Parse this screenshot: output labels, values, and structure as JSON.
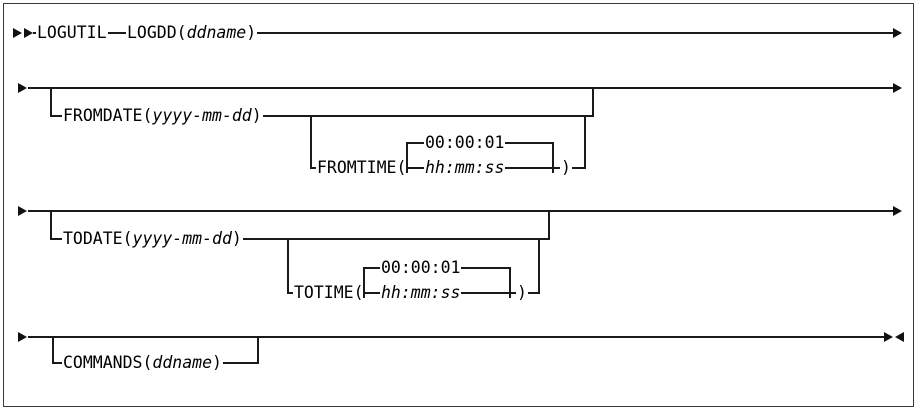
{
  "colors": {
    "background": "#ffffff",
    "line": "#1a1a1a",
    "text": "#000000",
    "border": "#3a3a3a"
  },
  "icons": {
    "start_arrow": "▶▶",
    "resume_arrow": "▶",
    "continue_arrow": "▶",
    "end_arrow": "▶◀"
  },
  "syntax": {
    "command": "LOGUTIL",
    "parameters": {
      "logdd": {
        "open": "LOGDD(",
        "variable": "ddname",
        "close": ")"
      },
      "fromdate": {
        "open": "FROMDATE(",
        "variable": "yyyy-mm-dd",
        "close": ")"
      },
      "fromtime": {
        "open": "FROMTIME(",
        "default": "00:00:01",
        "variable": "hh:mm:ss",
        "close": ")"
      },
      "todate": {
        "open": "TODATE(",
        "variable": "yyyy-mm-dd",
        "close": ")"
      },
      "totime": {
        "open": "TOTIME(",
        "default": "00:00:01",
        "variable": "hh:mm:ss",
        "close": ")"
      },
      "commands": {
        "open": "COMMANDS(",
        "variable": "ddname",
        "close": ")"
      }
    }
  }
}
